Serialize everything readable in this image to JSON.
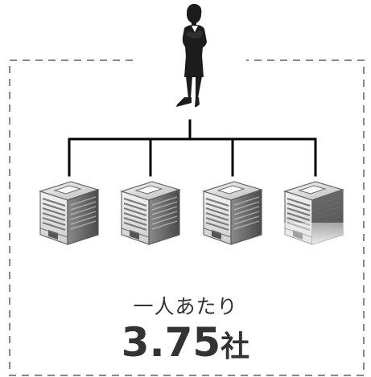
{
  "caption": {
    "per_person": "一人あたり",
    "value": "3.75",
    "unit": "社"
  },
  "colors": {
    "frame_dash": "#888888",
    "connector": "#000000",
    "person": "#1c1c1c",
    "building_light": "#e9e9e9",
    "building_mid": "#9a9a9a",
    "building_dark": "#555555",
    "text": "#333333"
  },
  "icons": [
    "businesswoman-icon",
    "office-building-icon"
  ]
}
